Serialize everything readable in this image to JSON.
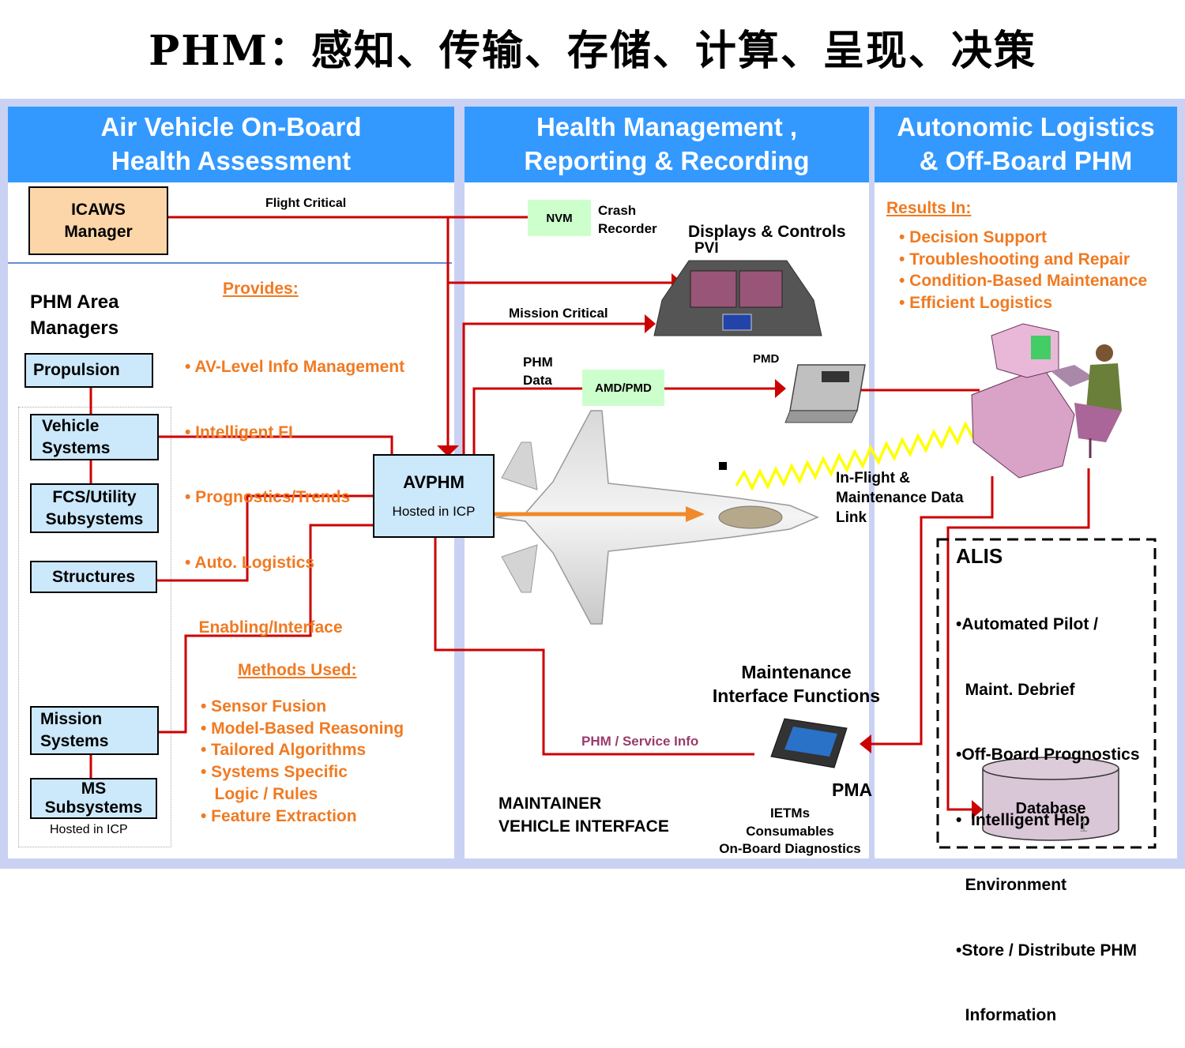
{
  "title": "PHM：感知、传输、存储、计算、呈现、决策",
  "columns": {
    "left": {
      "line1": "Air Vehicle On-Board",
      "line2": "Health Assessment"
    },
    "middle": {
      "line1": "Health Management ,",
      "line2": "Reporting & Recording"
    },
    "right": {
      "line1": "Autonomic Logistics",
      "line2": "& Off-Board PHM"
    }
  },
  "icaws": {
    "line1": "ICAWS",
    "line2": "Manager"
  },
  "flight_critical": "Flight Critical",
  "phm_area": {
    "line1": "PHM Area",
    "line2": "Managers"
  },
  "managers": {
    "propulsion": "Propulsion",
    "vehicle": {
      "line1": "Vehicle",
      "line2": "Systems"
    },
    "fcs": {
      "line1": "FCS/Utility",
      "line2": "Subsystems"
    },
    "structures": "Structures",
    "mission": {
      "line1": "Mission",
      "line2": "Systems"
    },
    "ms": {
      "line1": "MS",
      "line2": "Subsystems"
    },
    "hosted": "Hosted in ICP"
  },
  "provides": {
    "heading": "Provides:",
    "items": [
      "• AV-Level Info Management",
      "• Intelligent FI",
      "• Prognostics/Trends",
      "• Auto. Logistics",
      "   Enabling/Interface"
    ]
  },
  "methods": {
    "heading": "Methods Used:",
    "items": [
      "• Sensor Fusion",
      "• Model-Based Reasoning",
      "• Tailored Algorithms",
      "• Systems Specific",
      "   Logic / Rules",
      "• Feature Extraction"
    ]
  },
  "avphm": {
    "title": "AVPHM",
    "sub": "Hosted in ICP"
  },
  "nvm": "NVM",
  "crash": {
    "line1": "Crash",
    "line2": "Recorder"
  },
  "displays": {
    "line1": "Displays & Controls",
    "line2": "PVI"
  },
  "mission_critical": "Mission Critical",
  "phm_data": {
    "line1": "PHM",
    "line2": "Data"
  },
  "amd": "AMD/PMD",
  "pmd": "PMD",
  "datalink": {
    "line1": "In-Flight &",
    "line2": "Maintenance Data",
    "line3": "Link"
  },
  "maint_if": {
    "line1": "Maintenance",
    "line2": "Interface Functions"
  },
  "phm_service": "PHM / Service Info",
  "pma": "PMA",
  "pma_items": [
    "IETMs",
    "Consumables",
    "On-Board Diagnostics"
  ],
  "maintainer": {
    "line1": "MAINTAINER",
    "line2": "VEHICLE INTERFACE"
  },
  "results": {
    "heading": "Results In:",
    "items": [
      "• Decision Support",
      "• Troubleshooting and Repair",
      "• Condition-Based Maintenance",
      "• Efficient Logistics"
    ]
  },
  "alis": {
    "title": "ALIS",
    "items": [
      "•Automated Pilot /",
      "  Maint. Debrief",
      "•Off-Board Prognostics",
      "•  Intelligent Help",
      "  Environment",
      "•Store / Distribute PHM",
      "  Information"
    ]
  },
  "database": "Database",
  "page_number": "1",
  "colors": {
    "header": "#3399ff",
    "line": "#cc0000",
    "orange": "#f07a22",
    "box": "#cce8fb",
    "icaws": "#fcd5a8",
    "green": "#ccffcc",
    "frame": "#c9d2f3"
  }
}
